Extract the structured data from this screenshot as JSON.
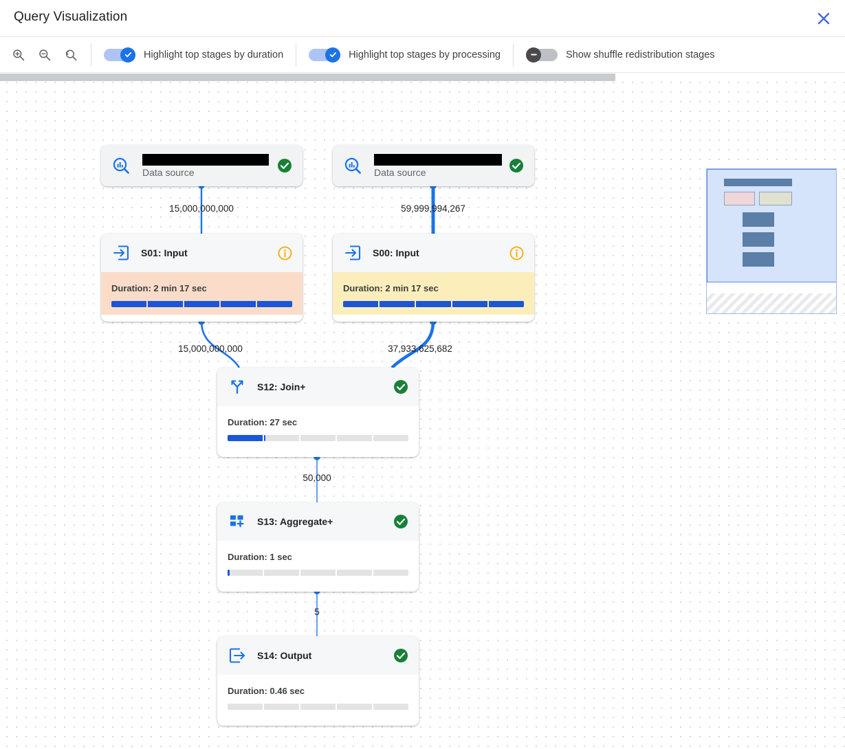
{
  "window": {
    "title": "Query Visualization",
    "close_icon": "close-icon"
  },
  "toolbar": {
    "zoom_in": {
      "icon": "zoom-in-icon",
      "label": "Zoom in"
    },
    "zoom_out": {
      "icon": "zoom-out-icon",
      "label": "Zoom out"
    },
    "zoom_reset": {
      "icon": "zoom-reset-icon",
      "label": "Reset zoom"
    },
    "toggles": [
      {
        "label": "Highlight top stages by duration",
        "state": "on"
      },
      {
        "label": "Highlight top stages by processing",
        "state": "on"
      },
      {
        "label": "Show shuffle redistribution stages",
        "state": "off"
      }
    ]
  },
  "colors": {
    "accent": "#1a73e8",
    "progress_fill": "#1a56d6",
    "success": "#188038",
    "info": "#f9ab00",
    "highlight_duration": "#fadcc8",
    "highlight_processing": "#fbeebb",
    "grid_dot": "#d8dadd"
  },
  "graph": {
    "nodes": [
      {
        "id": "ds-left",
        "kind": "data-source",
        "icon": "data-source-search-icon",
        "title_redacted": true,
        "subtitle": "Data source",
        "status": "success"
      },
      {
        "id": "ds-right",
        "kind": "data-source",
        "icon": "data-source-search-icon",
        "title_redacted": true,
        "subtitle": "Data source",
        "status": "success"
      },
      {
        "id": "s01",
        "kind": "stage",
        "icon": "input-arrow-icon",
        "title": "S01: Input",
        "status": "info",
        "duration_label": "Duration: 2 min 17 sec",
        "progress_percent": 100,
        "highlight": "duration"
      },
      {
        "id": "s00",
        "kind": "stage",
        "icon": "input-arrow-icon",
        "title": "S00: Input",
        "status": "info",
        "duration_label": "Duration: 2 min 17 sec",
        "progress_percent": 100,
        "highlight": "processing"
      },
      {
        "id": "s12",
        "kind": "stage",
        "icon": "join-merge-icon",
        "title": "S12: Join+",
        "status": "success",
        "duration_label": "Duration: 27 sec",
        "progress_percent": 21,
        "highlight": "none"
      },
      {
        "id": "s13",
        "kind": "stage",
        "icon": "aggregate-grid-icon",
        "title": "S13: Aggregate+",
        "status": "success",
        "duration_label": "Duration: 1 sec",
        "progress_percent": 1,
        "highlight": "none"
      },
      {
        "id": "s14",
        "kind": "stage",
        "icon": "output-arrow-icon",
        "title": "S14: Output",
        "status": "success",
        "duration_label": "Duration: 0.46 sec",
        "progress_percent": 0,
        "highlight": "none"
      }
    ],
    "edges": [
      {
        "from": "ds-left",
        "to": "s01",
        "label": "15,000,000,000"
      },
      {
        "from": "ds-right",
        "to": "s00",
        "label": "59,999,994,267"
      },
      {
        "from": "s01",
        "to": "s12",
        "label": "15,000,000,000"
      },
      {
        "from": "s00",
        "to": "s12",
        "label": "37,933,625,682"
      },
      {
        "from": "s12",
        "to": "s13",
        "label": "50,000"
      },
      {
        "from": "s13",
        "to": "s14",
        "label": "5"
      }
    ]
  },
  "minimap": {
    "name": "graph-minimap"
  }
}
